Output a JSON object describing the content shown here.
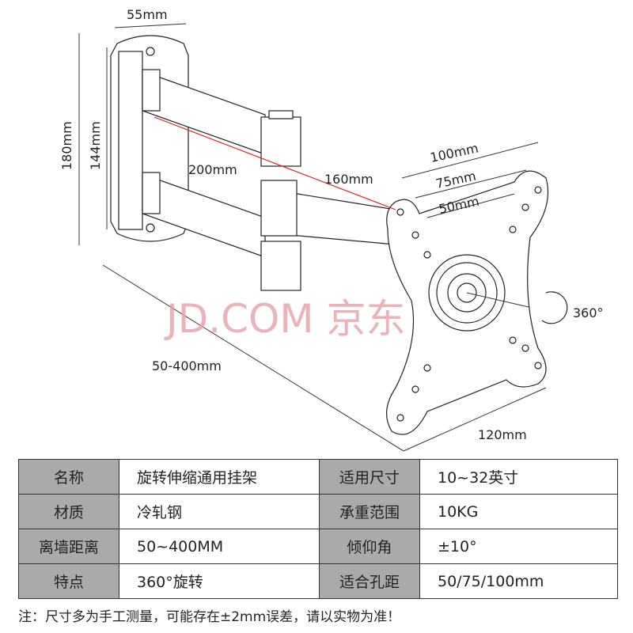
{
  "dimensions": {
    "width_top": "55mm",
    "height_outer": "180mm",
    "height_inner": "144mm",
    "arm_long": "200mm",
    "arm_short": "160mm",
    "hole_100": "100mm",
    "hole_75": "75mm",
    "hole_50": "50mm",
    "rotation": "360°",
    "wall_distance": "50-400mm",
    "plate_width": "120mm"
  },
  "watermark": "JD.COM 京东",
  "specs": [
    {
      "label1": "名称",
      "value1": "旋转伸缩通用挂架",
      "label2": "适用尺寸",
      "value2": "10~32英寸"
    },
    {
      "label1": "材质",
      "value1": "冷轧钢",
      "label2": "承重范围",
      "value2": "10KG"
    },
    {
      "label1": "离墙距离",
      "value1": "50~400MM",
      "label2": "倾仰角",
      "value2": "±10°"
    },
    {
      "label1": "特点",
      "value1": "360°旋转",
      "label2": "适合孔距",
      "value2": "50/75/100mm"
    }
  ],
  "note": "注：尺寸多为手工测量，可能存在±2mm误差，请以实物为准！"
}
